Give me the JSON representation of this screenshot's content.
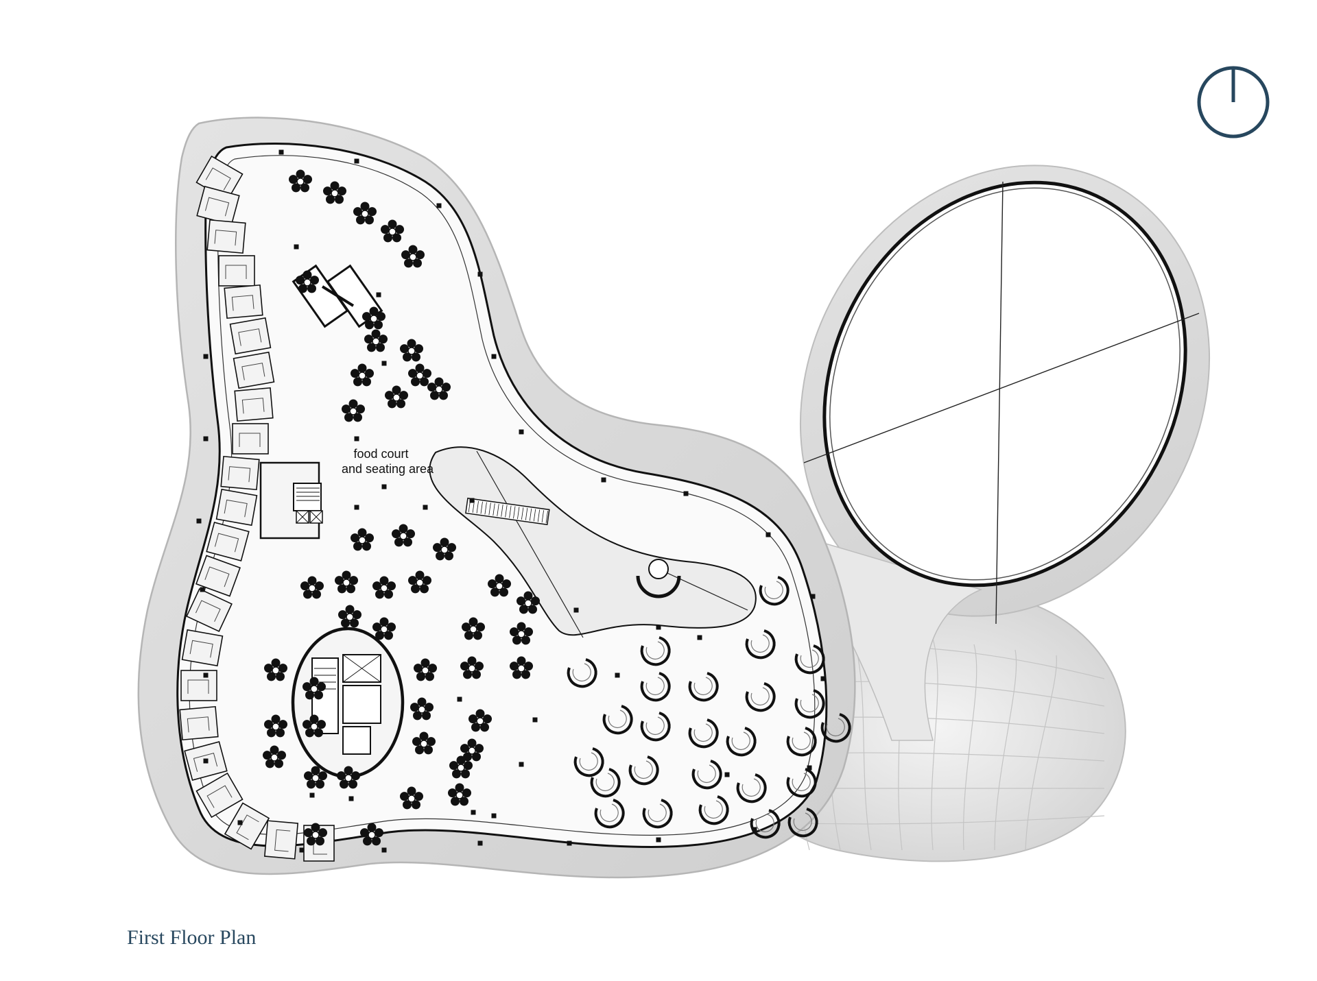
{
  "plan": {
    "caption": "First Floor Plan",
    "room_labels": [
      {
        "id": "food-court",
        "line1": "food court",
        "line2": "and seating area"
      }
    ],
    "north_arrow_icon": "north-arrow-icon",
    "colors": {
      "caption": "#27475e",
      "north_arrow": "#27475e",
      "lines": "#111111",
      "shell_shade": "#d6d6d6",
      "floor": "#fafafa"
    }
  }
}
